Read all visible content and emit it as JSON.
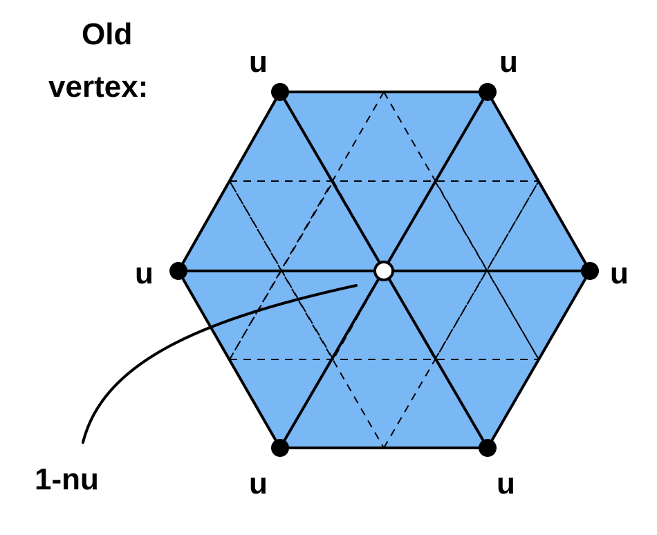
{
  "title": {
    "line1": "Old",
    "line2": "vertex:"
  },
  "vertex_labels": {
    "top_left": "u",
    "top_right": "u",
    "left": "u",
    "right": "u",
    "bottom_left": "u",
    "bottom_right": "u"
  },
  "center_label": "1-nu",
  "colors": {
    "fill": "#7ab7f5",
    "stroke": "#000000",
    "center_vertex_fill": "#ffffff"
  }
}
